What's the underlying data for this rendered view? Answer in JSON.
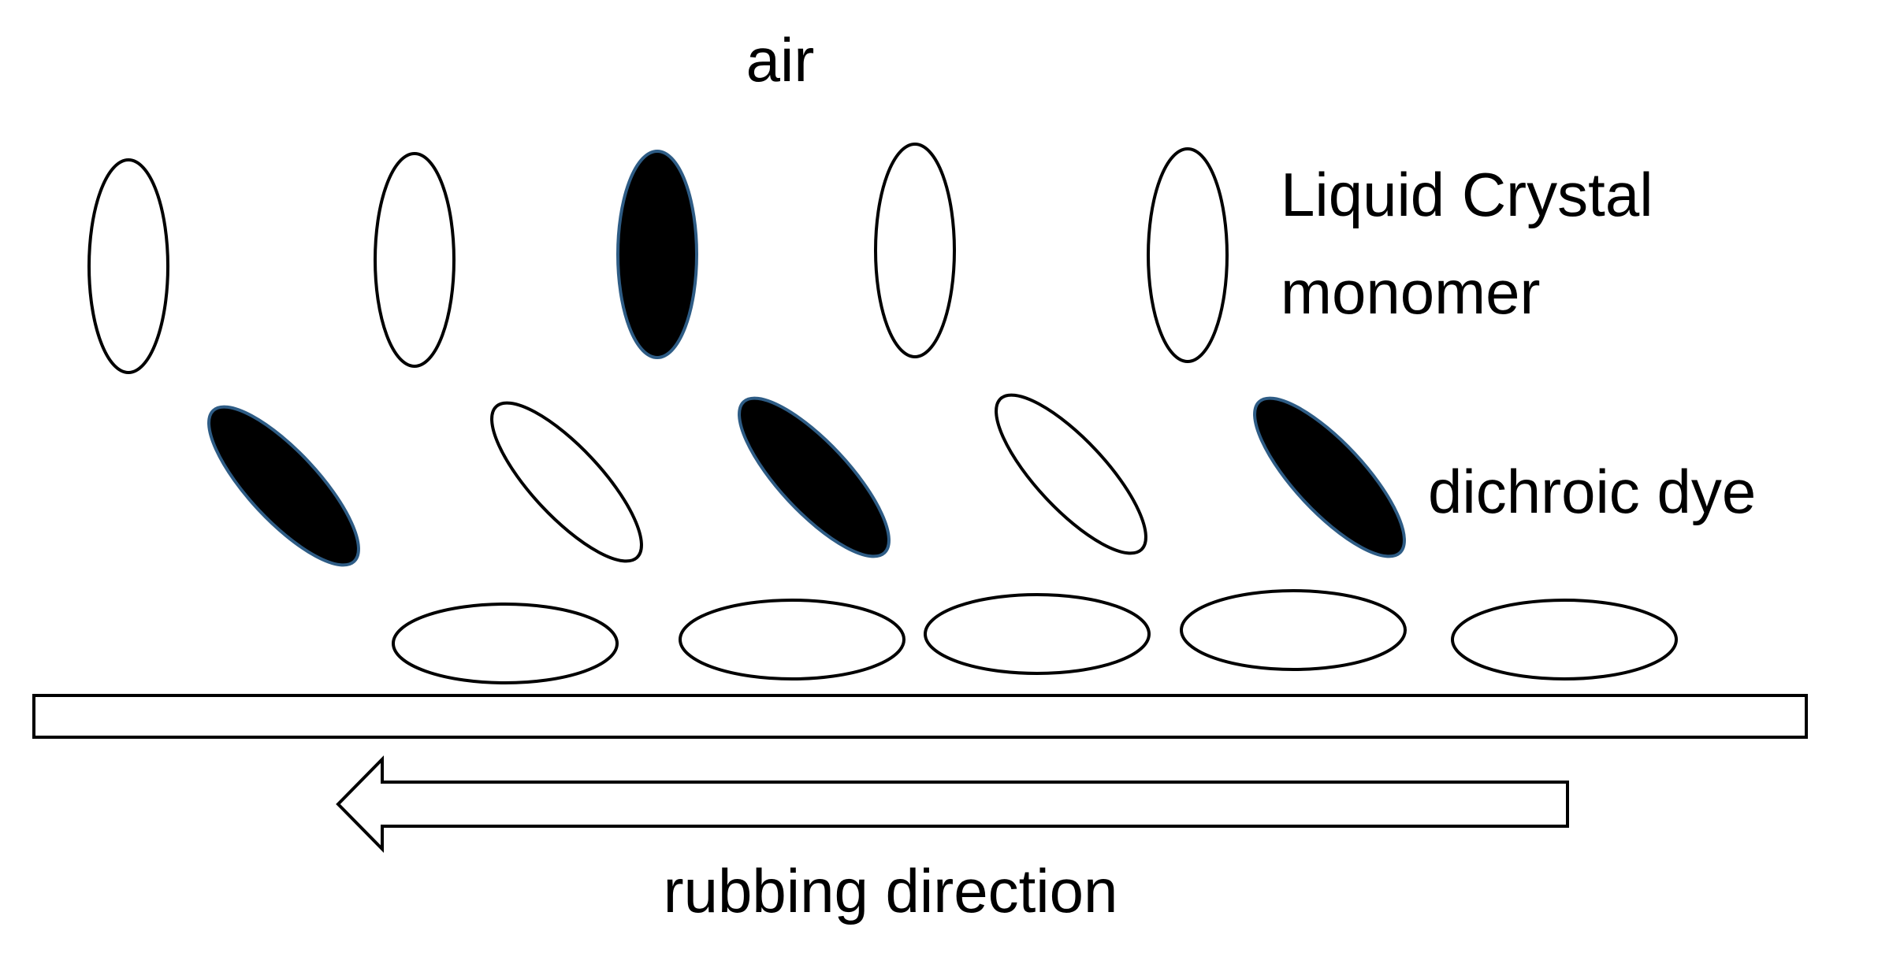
{
  "labels": {
    "air": "air",
    "liquid_crystal_line1": "Liquid Crystal",
    "liquid_crystal_line2": "monomer",
    "dichroic_dye": "dichroic dye",
    "rubbing_direction": "rubbing direction"
  },
  "legend_semantics": {
    "open_ellipse": "liquid crystal monomer",
    "filled_ellipse": "dichroic dye"
  },
  "layers": {
    "top_row": [
      "monomer",
      "monomer",
      "dye",
      "monomer",
      "monomer"
    ],
    "middle_row": [
      "dye",
      "monomer",
      "dye",
      "monomer",
      "dye"
    ],
    "bottom_row": [
      "monomer",
      "monomer",
      "monomer",
      "monomer",
      "monomer"
    ]
  },
  "colors": {
    "background": "#ffffff",
    "stroke": "#000000",
    "dye_fill": "#000000",
    "dye_outline": "#2e5c85"
  }
}
